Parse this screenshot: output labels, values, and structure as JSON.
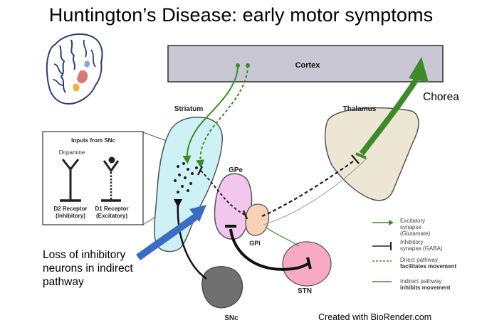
{
  "title": "Huntington’s Disease: early motor symptoms",
  "regions": {
    "cortex": "Cortex",
    "striatum": "Striatum",
    "thalamus": "Thalamus",
    "gpe": "GPe",
    "gpi": "GPi",
    "stn": "STN",
    "snc": "SNc"
  },
  "inset": {
    "title": "Inputs from SNc",
    "dopamine": "Dopamine",
    "d2_line1": "D2 Receptor",
    "d2_line2": "(Inhibitory)",
    "d1_line1": "D1 Receptor",
    "d1_line2": "(Excitatory)"
  },
  "annotations": {
    "chorea": "Chorea",
    "loss_line1": "Loss of inhibitory",
    "loss_line2": "neurons in indirect",
    "loss_line3": "pathway"
  },
  "legend": {
    "excitatory_1": "Excitatory",
    "excitatory_2": "synapse",
    "excitatory_3": "(Glutamate)",
    "inhibitory_1": "Inhibitory",
    "inhibitory_2": "synapse (GABA)",
    "direct_1": "Direct pathway",
    "direct_2": "facilitates movement",
    "indirect_1": "Indirect pathway",
    "indirect_2": "inhibits movement"
  },
  "credit": "Created with BioRender.com",
  "colors": {
    "cortex_fill": "#c9c7d3",
    "striatum_fill": "#cdf1f4",
    "thalamus_fill": "#eee6d4",
    "gpe_fill": "#f2c6ef",
    "gpi_fill": "#f7d2b6",
    "stn_fill": "#f8aac4",
    "snc_fill": "#707070",
    "excitatory": "#3d8a2a",
    "pointer_arrow": "#3b6cc1"
  }
}
